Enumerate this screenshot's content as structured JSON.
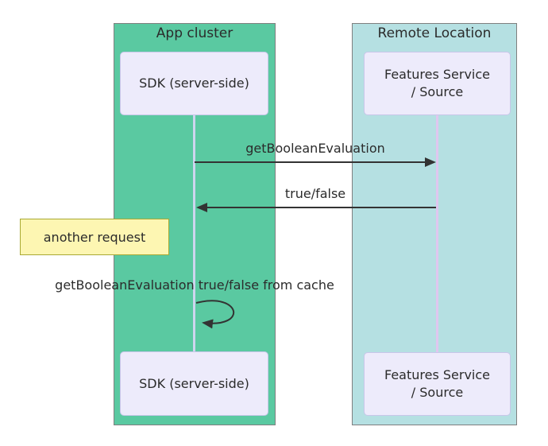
{
  "colors": {
    "app_fill": "#5AC9A1",
    "remote_fill": "#B5E0E2",
    "column_border": "#7F7F7F",
    "participant_fill": "#EDEBFB",
    "participant_border": "#C9C6E9",
    "lifeline_left": "#CDD5EE",
    "lifeline_right": "#DFC7EF",
    "note_fill": "#FDF6B2",
    "note_border": "#A9A933",
    "arrow": "#333333",
    "text": "#2B2B2B"
  },
  "groups": {
    "app": {
      "title": "App cluster"
    },
    "remote": {
      "title": "Remote Location"
    }
  },
  "participants": {
    "sdk_top": {
      "label": "SDK (server-side)"
    },
    "features_top": {
      "line1": "Features Service",
      "line2": "/ Source"
    },
    "sdk_bottom": {
      "label": "SDK (server-side)"
    },
    "features_bottom": {
      "line1": "Features Service",
      "line2": "/ Source"
    }
  },
  "messages": {
    "get_boolean": {
      "label": "getBooleanEvaluation",
      "direction": "left-to-right"
    },
    "true_false": {
      "label": "true/false",
      "direction": "right-to-left"
    },
    "cache_self": {
      "label": "getBooleanEvaluation true/false from cache",
      "direction": "self-loop"
    }
  },
  "note": {
    "label": "another request"
  }
}
